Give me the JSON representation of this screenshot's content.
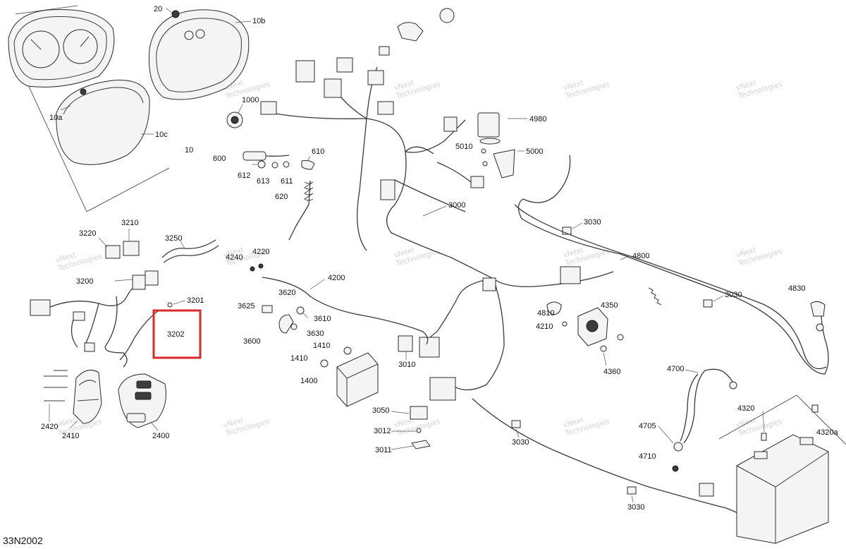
{
  "diagram_code": "33N2002",
  "highlight_color": "#d92a2a",
  "highlighted_part": "3202",
  "watermark_text": [
    "vNext",
    "Technologies"
  ],
  "callouts": [
    "20",
    "10b",
    "10a",
    "10c",
    "10",
    "1000",
    "600",
    "612",
    "613",
    "611",
    "610",
    "620",
    "4240",
    "4220",
    "3220",
    "3210",
    "3250",
    "3200",
    "3201",
    "3202",
    "2420",
    "2410",
    "2400",
    "3625",
    "3620",
    "3610",
    "3630",
    "3600",
    "4200",
    "1410",
    "1410",
    "1400",
    "3010",
    "3050",
    "3012",
    "3011",
    "3030",
    "3030",
    "3030",
    "3030",
    "3000",
    "4980",
    "5010",
    "5000",
    "4800",
    "4830",
    "4810",
    "4350",
    "4210",
    "4360",
    "4700",
    "4705",
    "4710",
    "4320",
    "4320a"
  ]
}
